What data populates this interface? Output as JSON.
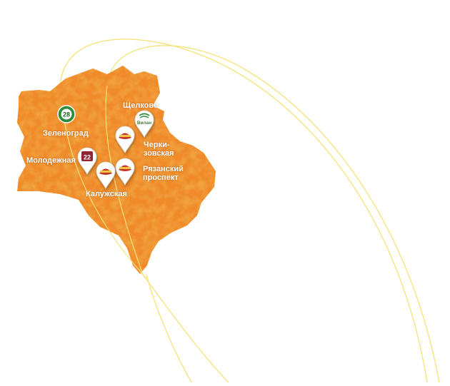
{
  "map": {
    "colors": {
      "region_fill": "#f08a2c",
      "region_shade": "#e2741a",
      "region_light": "#f7a24e",
      "curve_stroke": "#f4e27a",
      "pin_fill": "#ffffff",
      "pin_stroke": "#d8d8d8",
      "brand_red": "#c0392b",
      "brand_green": "#2e8b3a",
      "brand_maroon": "#8e2436"
    },
    "locations": [
      {
        "id": "zelenograd",
        "label": "Зеленоград",
        "icon": "store-28-green-logo-icon",
        "badge": "28"
      },
      {
        "id": "shchelkovo",
        "label": "Щелково",
        "icon": "vilan-logo-icon",
        "badge": "Вилан"
      },
      {
        "id": "cherkizovskaya",
        "label_lines": [
          "Черки-",
          "зовская"
        ],
        "icon": "red-brand-logo-icon"
      },
      {
        "id": "molodezhnaya",
        "label": "Молодежная",
        "icon": "store-22-maroon-logo-icon",
        "badge": "22"
      },
      {
        "id": "ryazansky",
        "label_lines": [
          "Рязанский",
          "проспект"
        ],
        "icon": "red-brand-logo-icon"
      },
      {
        "id": "kaluzhskaya",
        "label": "Калужская",
        "icon": "red-brand-logo-icon"
      }
    ]
  }
}
